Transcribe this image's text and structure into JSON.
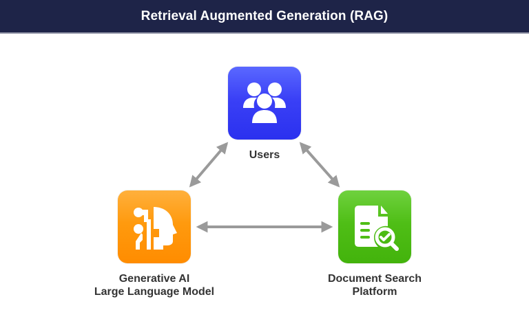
{
  "header": {
    "title": "Retrieval Augmented Generation (RAG)"
  },
  "nodes": {
    "users": {
      "label": "Users",
      "icon": "users-group-icon",
      "color": "#3a40f6"
    },
    "llm": {
      "line1": "Generative AI",
      "line2": "Large Language Model",
      "icon": "ai-head-circuit-icon",
      "color": "#ff9a0e"
    },
    "docs": {
      "line1": "Document Search",
      "line2": "Platform",
      "icon": "document-search-check-icon",
      "color": "#4fbe16"
    }
  },
  "edges": [
    {
      "from": "users",
      "to": "llm",
      "type": "bidirectional"
    },
    {
      "from": "users",
      "to": "docs",
      "type": "bidirectional"
    },
    {
      "from": "llm",
      "to": "docs",
      "type": "bidirectional"
    }
  ]
}
